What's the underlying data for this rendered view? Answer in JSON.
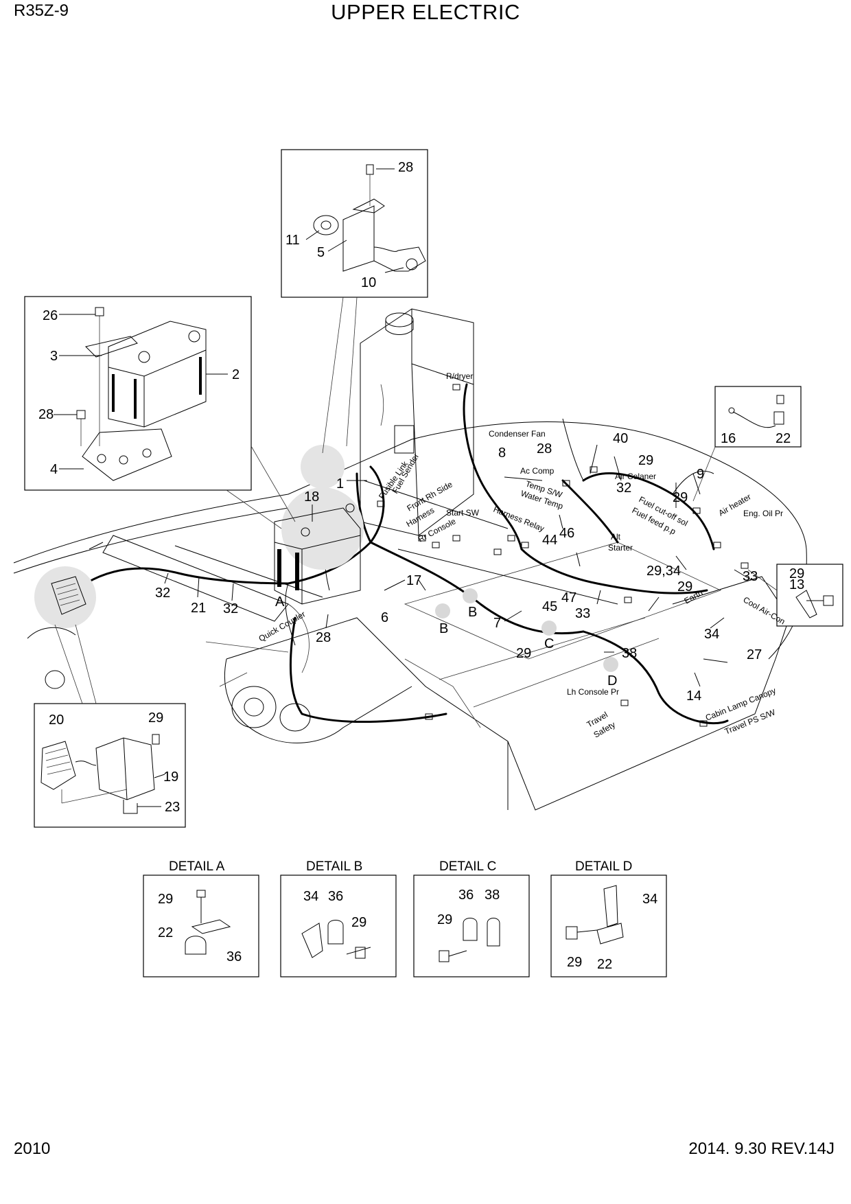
{
  "header": {
    "model": "R35Z-9",
    "title": "UPPER ELECTRIC"
  },
  "footer": {
    "page_number": "2010",
    "revision": "2014. 9.30  REV.14J"
  },
  "callouts": {
    "c1": "1",
    "c2": "2",
    "c3": "3",
    "c4": "4",
    "c5": "5",
    "c6": "6",
    "c7": "7",
    "c8": "8",
    "c9": "9",
    "c10": "10",
    "c11": "11",
    "c13": "13",
    "c14": "14",
    "c16": "16",
    "c17": "17",
    "c18": "18",
    "c19": "19",
    "c20": "20",
    "c21": "21",
    "c22": "22",
    "c23": "23",
    "c26": "26",
    "c27": "27",
    "c28": "28",
    "c29": "29",
    "c2934": "29,34",
    "c32": "32",
    "c33": "33",
    "c34": "34",
    "c36": "36",
    "c38": "38",
    "c40": "40",
    "c44": "44",
    "c45": "45",
    "c46": "46",
    "c47": "47"
  },
  "markers": {
    "a": "A",
    "b": "B",
    "c": "C",
    "d": "D"
  },
  "harness_labels": {
    "rdryer": "R/dryer",
    "condenser_fan": "Condenser Fan",
    "ac_comp": "Ac Comp",
    "temp_sw": "Temp S/W",
    "water_temp": "Water Temp",
    "air_celaner": "Air Celaner",
    "fuel_cutoff": "Fuel cut-off sol",
    "fuel_feed": "Fuel feed p.p",
    "air_heater": "Air heater",
    "eng_oil_pr": "Eng. Oil Pr",
    "alt": "Alt",
    "starter": "Starter",
    "start_sw": "Start SW",
    "harness_relay": "Harness Relay",
    "rr_console": "Rr Console",
    "front_rh_side": "Front Rh Side",
    "harness": "Harness",
    "fuel_sender": "Fuel Sender",
    "fusible_link": "Fusible Link",
    "quick_coupler": "Quick Coupler",
    "lh_console_pr": "Lh Console Pr",
    "travel": "Travel",
    "safety": "Safety",
    "cabin_lamp": "Cabin Lamp Canopy",
    "travel_ps_sw": "Travel PS S/W",
    "earth": "Earth",
    "cool_air_con": "Cool Air-Con"
  },
  "details": {
    "a": {
      "title": "DETAIL A",
      "n1": "29",
      "n2": "22",
      "n3": "36"
    },
    "b": {
      "title": "DETAIL B",
      "n1": "34",
      "n2": "36",
      "n3": "29"
    },
    "c": {
      "title": "DETAIL C",
      "n1": "36",
      "n2": "38",
      "n3": "29"
    },
    "d": {
      "title": "DETAIL D",
      "n1": "34",
      "n2": "29",
      "n3": "22"
    }
  }
}
